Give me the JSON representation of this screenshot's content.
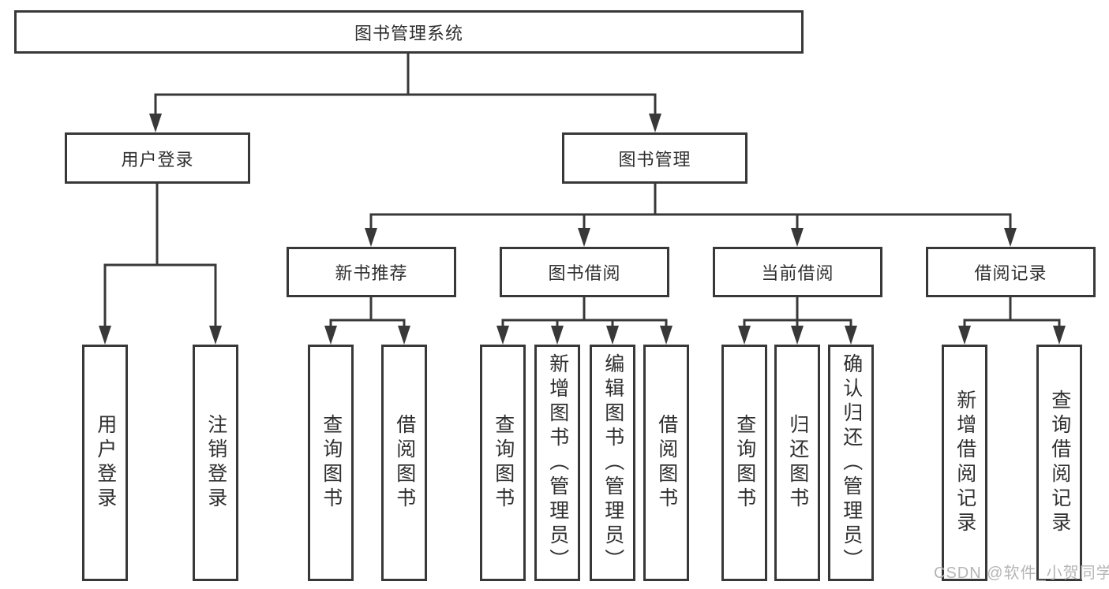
{
  "title": {
    "label": "图书管理系统"
  },
  "user_branch": {
    "label": "用户登录",
    "children": [
      {
        "label": "用户登录"
      },
      {
        "label": "注销登录"
      }
    ]
  },
  "book_branch": {
    "label": "图书管理",
    "sections": [
      {
        "label": "新书推荐",
        "children": [
          {
            "label": "查询图书"
          },
          {
            "label": "借阅图书"
          }
        ]
      },
      {
        "label": "图书借阅",
        "children": [
          {
            "label": "查询图书"
          },
          {
            "label": "新增图书（管理员）"
          },
          {
            "label": "编辑图书（管理员）"
          },
          {
            "label": "借阅图书"
          }
        ]
      },
      {
        "label": "当前借阅",
        "children": [
          {
            "label": "查询图书"
          },
          {
            "label": "归还图书"
          },
          {
            "label": "确认归还（管理员）"
          }
        ]
      },
      {
        "label": "借阅记录",
        "children": [
          {
            "label": "新增借阅记录"
          },
          {
            "label": "查询借阅记录"
          }
        ]
      }
    ]
  },
  "watermark": {
    "text": "CSDN @软件_小贺同学"
  },
  "colors": {
    "line": "#383838",
    "text": "#2f2f2f",
    "box_fill": "#ffffff",
    "watermark": "#b5b5b5",
    "background": "#ffffff"
  }
}
